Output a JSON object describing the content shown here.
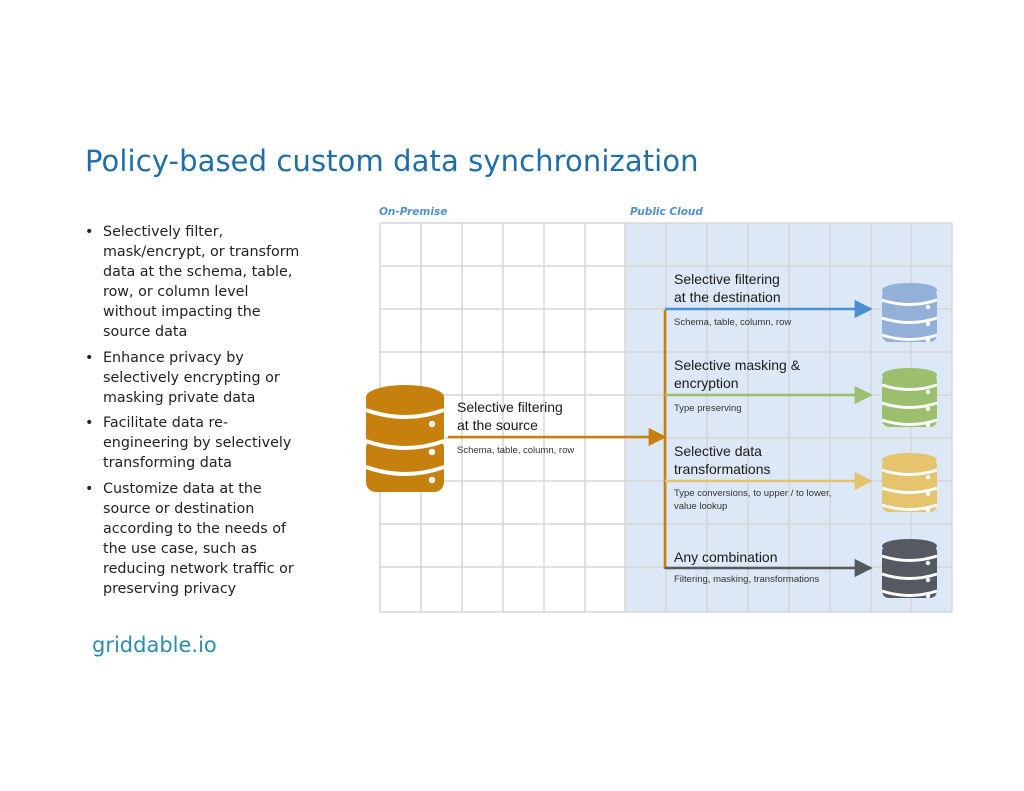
{
  "title": "Policy-based custom data synchronization",
  "bullets": [
    {
      "line1": "Selectively filter,",
      "line2": "mask/encrypt, or transform",
      "line3": "data at the schema, table,",
      "line4": "row, or column level",
      "line5": "without impacting the",
      "line6": "source data"
    },
    {
      "line1": "Enhance privacy by",
      "line2": "selectively encrypting or",
      "line3": "masking private data"
    },
    {
      "line1": "Facilitate data re-",
      "line2": "engineering by selectively",
      "line3": "transforming data"
    },
    {
      "line1": "Customize data at the",
      "line2": "source or destination",
      "line3": "according to the needs of",
      "line4": "the use case, such as",
      "line5": "reducing network traffic or",
      "line6": "preserving privacy"
    }
  ],
  "footer": "griddable.io",
  "diagram": {
    "zone_on_premise": "On-Premise",
    "zone_public_cloud": "Public Cloud",
    "source": {
      "title_line1": "Selective filtering",
      "title_line2": "at the source",
      "subtitle": "Schema, table, column, row",
      "color": "#c5800e"
    },
    "destinations": [
      {
        "title_line1": "Selective filtering",
        "title_line2": "at the destination",
        "sub_line1": "Schema, table, column, row",
        "sub_line2": "",
        "color": "#93b1d8",
        "arrow_color": "#4a90d0"
      },
      {
        "title_line1": "Selective masking &",
        "title_line2": "encryption",
        "sub_line1": "Type preserving",
        "sub_line2": "",
        "color": "#9bbf6c",
        "arrow_color": "#9bbf6c"
      },
      {
        "title_line1": "Selective data",
        "title_line2": "transformations",
        "sub_line1": "Type conversions, to upper / to lower,",
        "sub_line2": "value lookup",
        "color": "#e6c46e",
        "arrow_color": "#e6c46e"
      },
      {
        "title_line1": "Any combination",
        "title_line2": "",
        "sub_line1": "Filtering, masking, transformations",
        "sub_line2": "",
        "color": "#555a62",
        "arrow_color": "#555a62"
      }
    ],
    "trunk_color": "#c5800e",
    "cloud_fill": "#dce8f5",
    "grid_color": "#d6d6d6"
  }
}
